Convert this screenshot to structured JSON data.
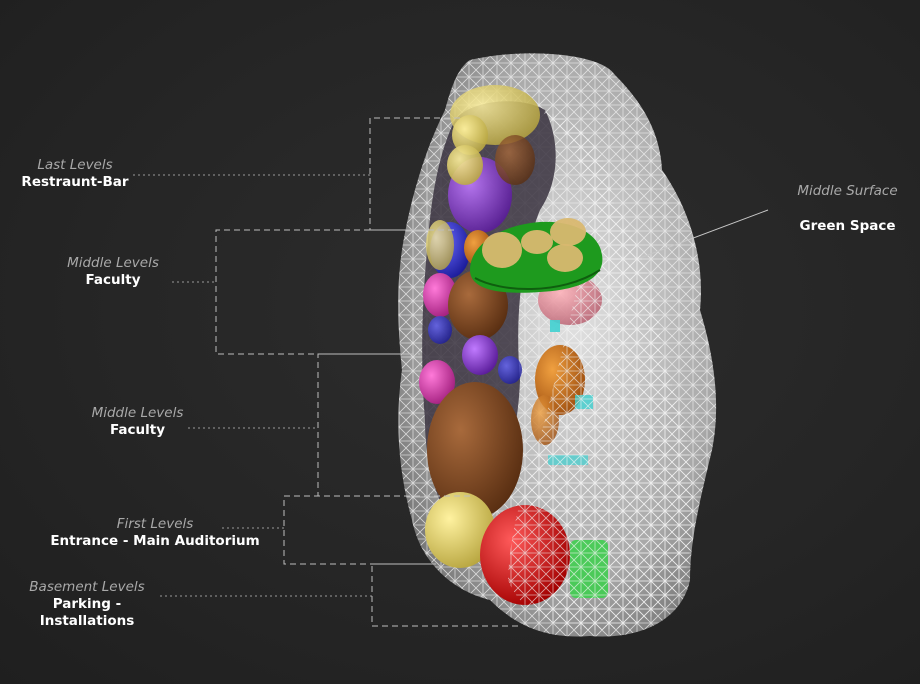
{
  "labels": {
    "last": {
      "category": "Last Levels",
      "name": "Restraunt-Bar"
    },
    "middle_upper": {
      "category": "Middle Levels",
      "name": "Faculty"
    },
    "middle_lower": {
      "category": "Middle Levels",
      "name": "Faculty"
    },
    "first": {
      "category": "First Levels",
      "name": "Entrance - Main Auditorium"
    },
    "basement": {
      "category": "Basement Levels",
      "name": "Parking - Installations"
    },
    "surface": {
      "category": "Middle Surface",
      "name": "Green Space"
    }
  },
  "colors": {
    "background": "#262626",
    "mesh": "#c8c8c8",
    "green_space": "#1e9a1e",
    "leader": "#9a9a9a"
  }
}
